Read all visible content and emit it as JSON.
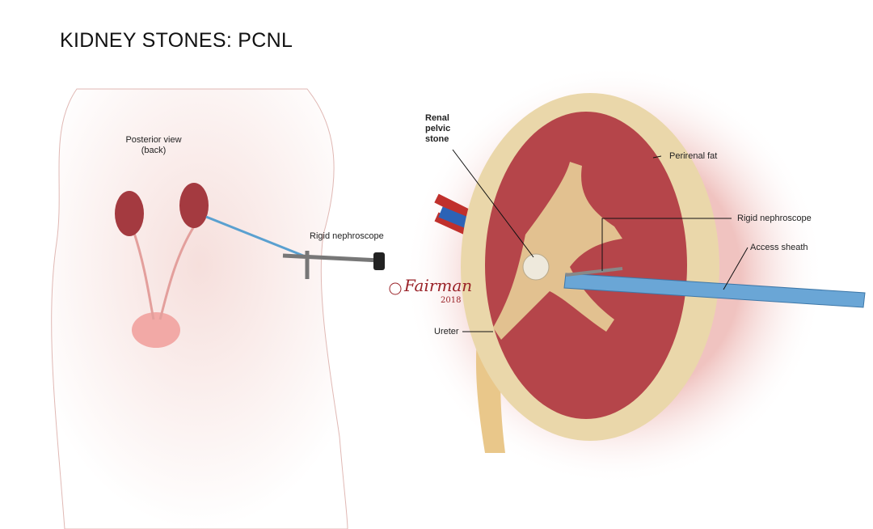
{
  "title": "KIDNEY STONES: PCNL",
  "left_panel": {
    "view_label_line1": "Posterior view",
    "view_label_line2": "(back)",
    "nephroscope_label": "Rigid nephroscope"
  },
  "right_panel": {
    "stone_label_line1": "Renal",
    "stone_label_line2": "pelvic",
    "stone_label_line3": "stone",
    "fat_label": "Perirenal fat",
    "nephroscope_label": "Rigid nephroscope",
    "sheath_label": "Access sheath",
    "ureter_label": "Ureter"
  },
  "signature": {
    "name": "Fairman",
    "year": "2018"
  },
  "colors": {
    "kidney": "#b5454a",
    "fat": "#e9d7ae",
    "sheath": "#6aa6d6",
    "skin": "#f3d9d6"
  }
}
